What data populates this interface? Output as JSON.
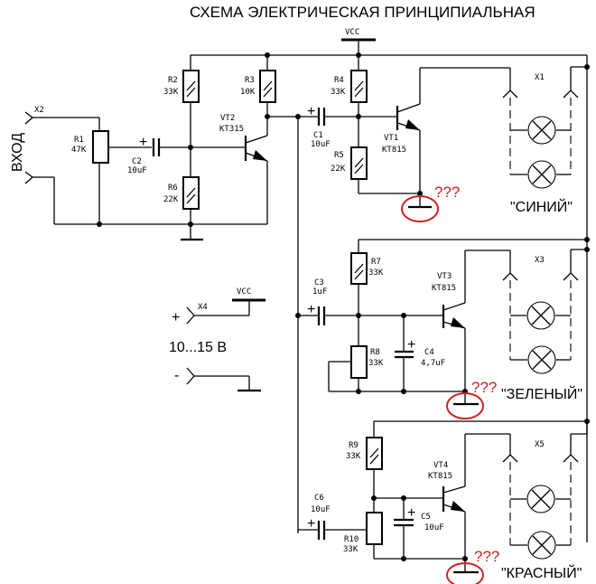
{
  "title": "СХЕМА ЭЛЕКТРИЧЕСКАЯ ПРИНЦИПИАЛЬНАЯ",
  "input_label": "ВХОД",
  "power": {
    "plus": "+",
    "minus": "-",
    "voltage": "10...15 В",
    "vcc": "VCC",
    "connector": "X4"
  },
  "vcc_top": "VCC",
  "accent_color": "#d02020",
  "unknown_mark": "???",
  "components": {
    "X2": "X2",
    "R1": {
      "name": "R1",
      "value": "47K"
    },
    "C2": {
      "name": "C2",
      "value": "10uF"
    },
    "R2": {
      "name": "R2",
      "value": "33K"
    },
    "R6": {
      "name": "R6",
      "value": "22K"
    },
    "R3": {
      "name": "R3",
      "value": "10K"
    },
    "VT2": {
      "name": "VT2",
      "value": "КТ315"
    },
    "C1": {
      "name": "C1",
      "value": "10uF"
    },
    "R4": {
      "name": "R4",
      "value": "33K"
    },
    "R5": {
      "name": "R5",
      "value": "22K"
    },
    "VT1": {
      "name": "VT1",
      "value": "КТ815"
    },
    "X1": "X1",
    "C3": {
      "name": "C3",
      "value": "1uF"
    },
    "R7": {
      "name": "R7",
      "value": "33K"
    },
    "R8": {
      "name": "R8",
      "value": "33K"
    },
    "C4": {
      "name": "C4",
      "value": "4,7uF"
    },
    "VT3": {
      "name": "VT3",
      "value": "КТ815"
    },
    "X3": "X3",
    "R9": {
      "name": "R9",
      "value": "33K"
    },
    "C6": {
      "name": "C6",
      "value": "10uF"
    },
    "R10": {
      "name": "R10",
      "value": "33K"
    },
    "C5": {
      "name": "C5",
      "value": "10uF"
    },
    "VT4": {
      "name": "VT4",
      "value": "КТ815"
    },
    "X5": "X5"
  },
  "channels": [
    {
      "label": "\"СИНИЙ\""
    },
    {
      "label": "\"ЗЕЛЕНЫЙ\""
    },
    {
      "label": "\"КРАСНЫЙ\""
    }
  ]
}
